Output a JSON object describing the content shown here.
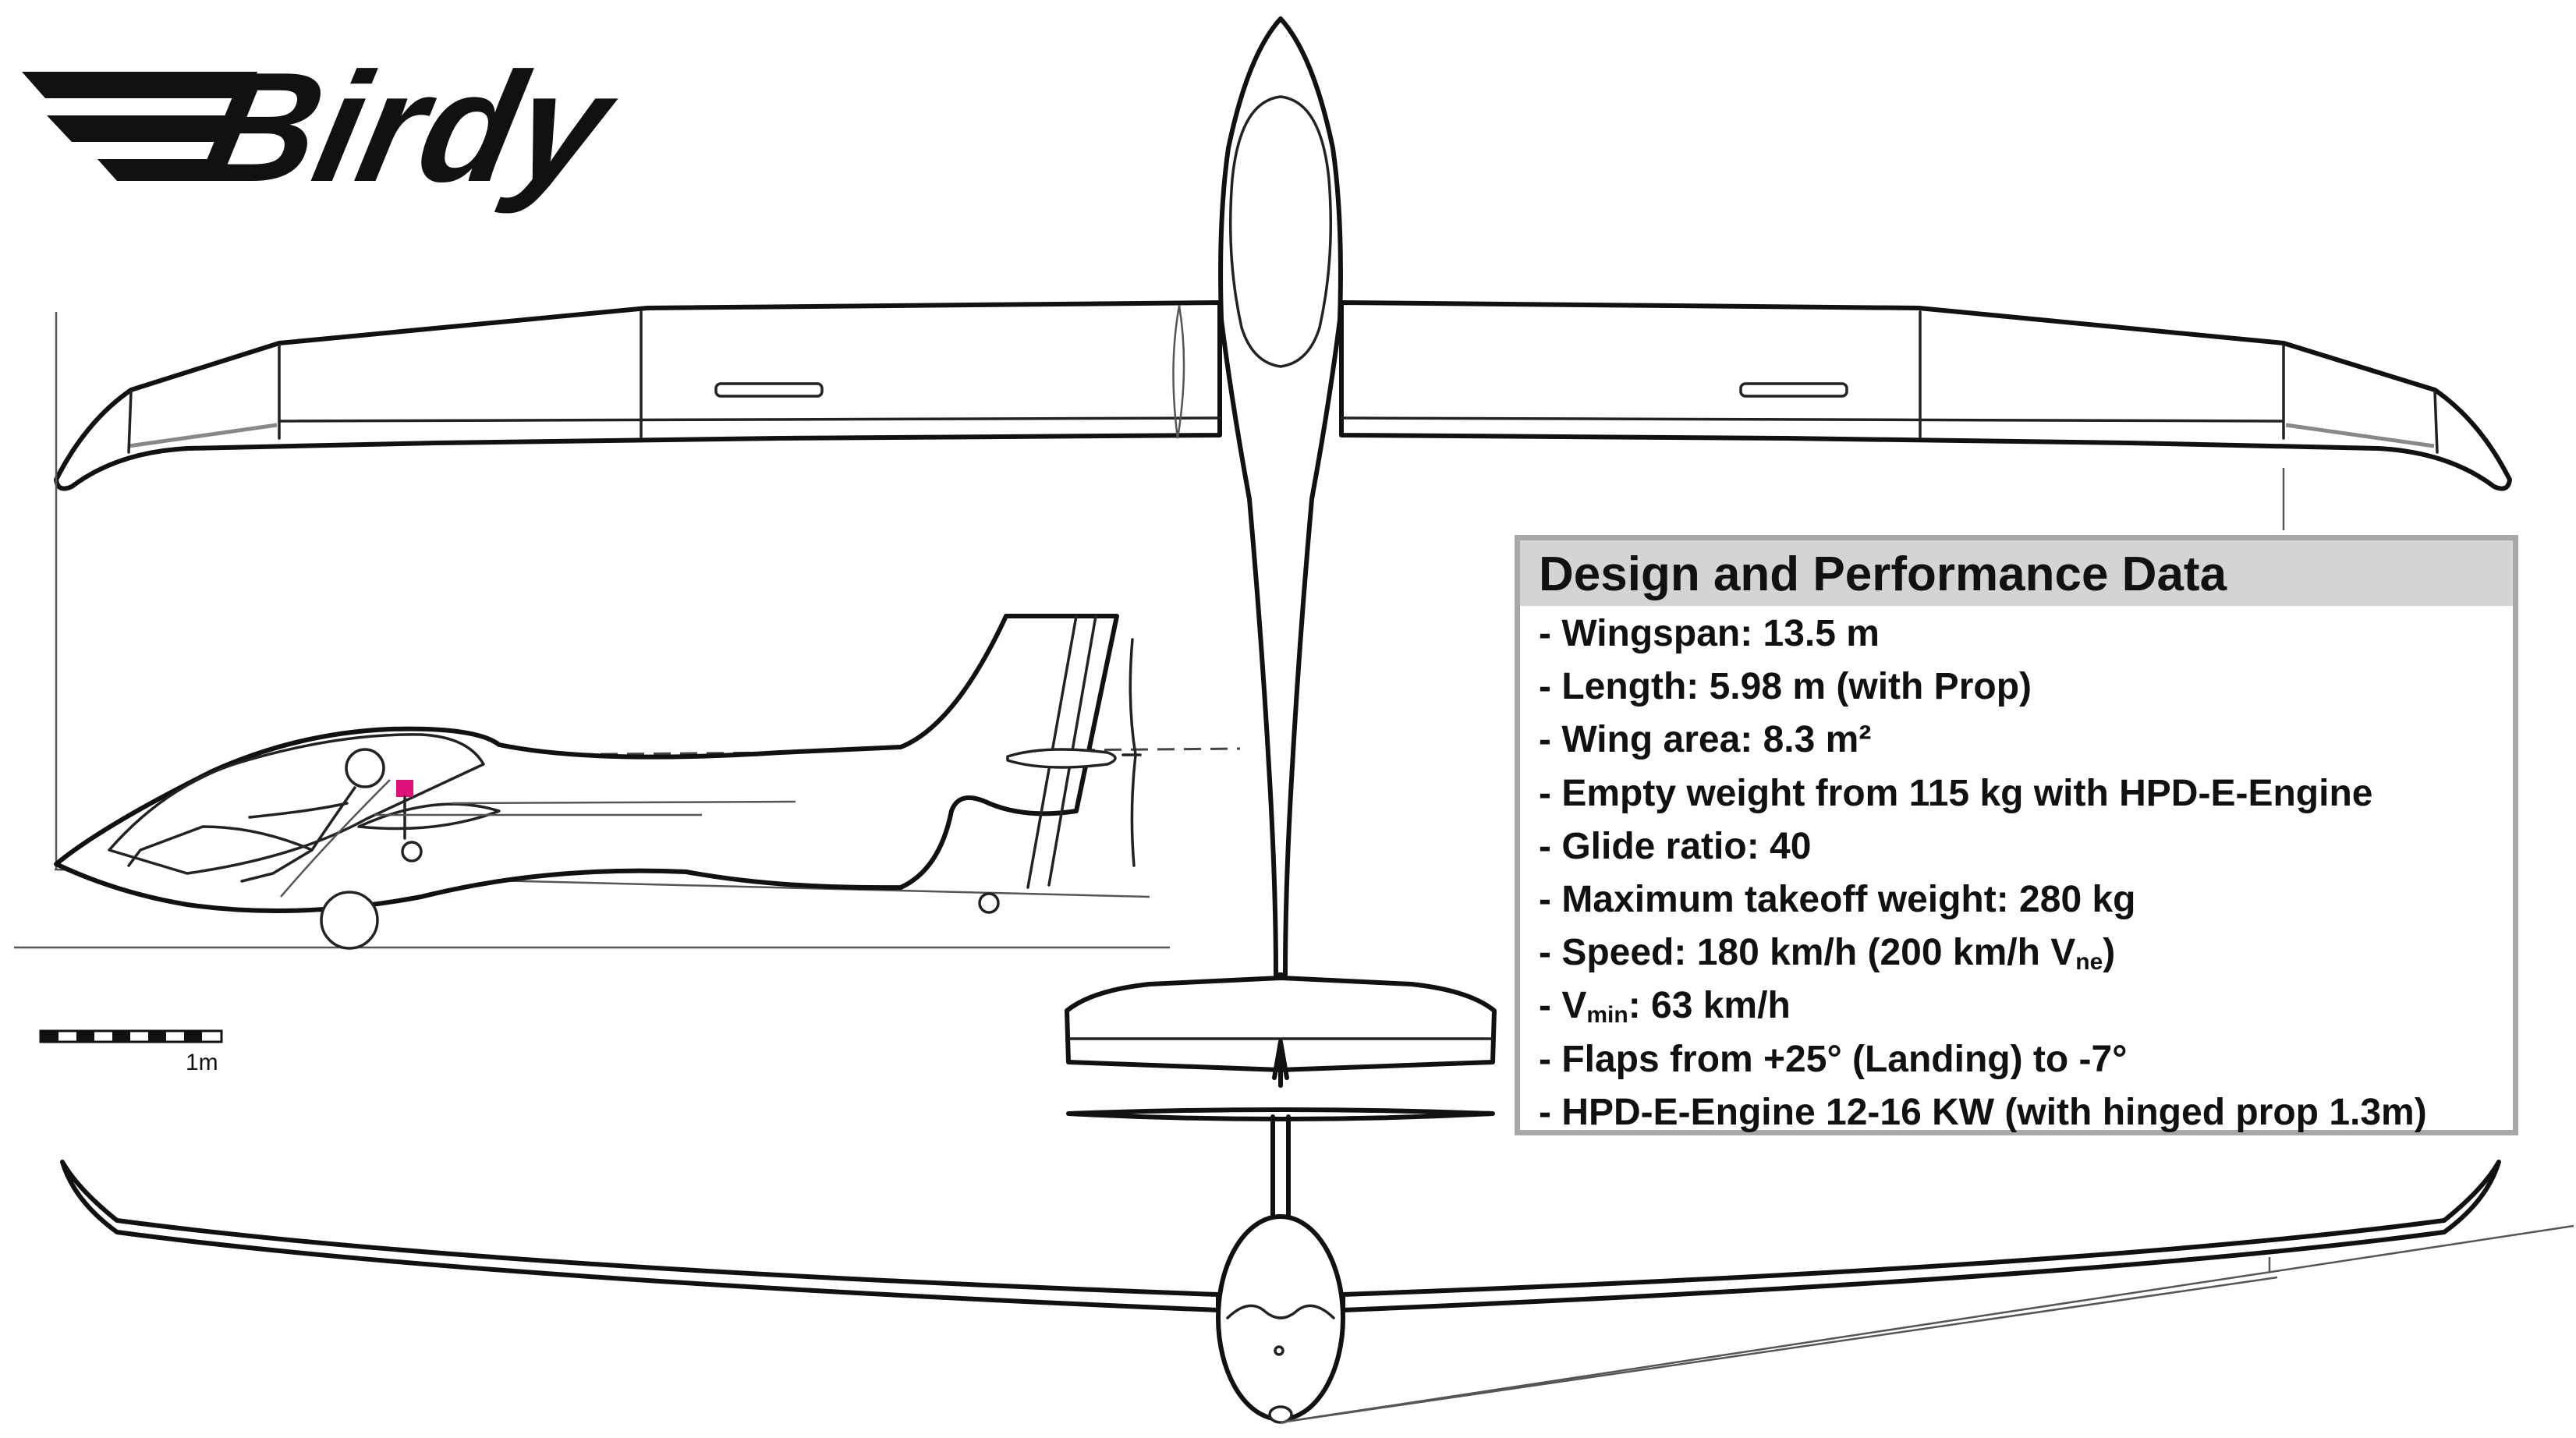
{
  "logo": {
    "text": "Birdy"
  },
  "scale_bar": {
    "label": "1m"
  },
  "data_box": {
    "title": "Design and Performance Data",
    "items": [
      {
        "prefix": "- Wingspan: 13.5 m"
      },
      {
        "prefix": "- Length: 5.98 m (with Prop)"
      },
      {
        "prefix": "- Wing area: 8.3 m²"
      },
      {
        "prefix": "- Empty weight from 115 kg with HPD-E-Engine"
      },
      {
        "prefix": "- Glide ratio: 40"
      },
      {
        "prefix": "- Maximum takeoff weight: 280 kg"
      },
      {
        "prefix": "- Speed: 180 km/h (200 km/h V",
        "sub": "ne",
        "suffix": ")"
      },
      {
        "prefix": "- V",
        "sub": "min",
        "suffix": ": 63 km/h"
      },
      {
        "prefix": "- Flaps from +25° (Landing) to -7°"
      },
      {
        "prefix": "- HPD-E-Engine 12-16 KW (with hinged prop 1.3m)"
      }
    ]
  },
  "colors": {
    "ink": "#111111",
    "box_border": "#a8a8a8",
    "box_title_bg": "#d4d4d4",
    "pilot_marker": "#e0107a"
  }
}
